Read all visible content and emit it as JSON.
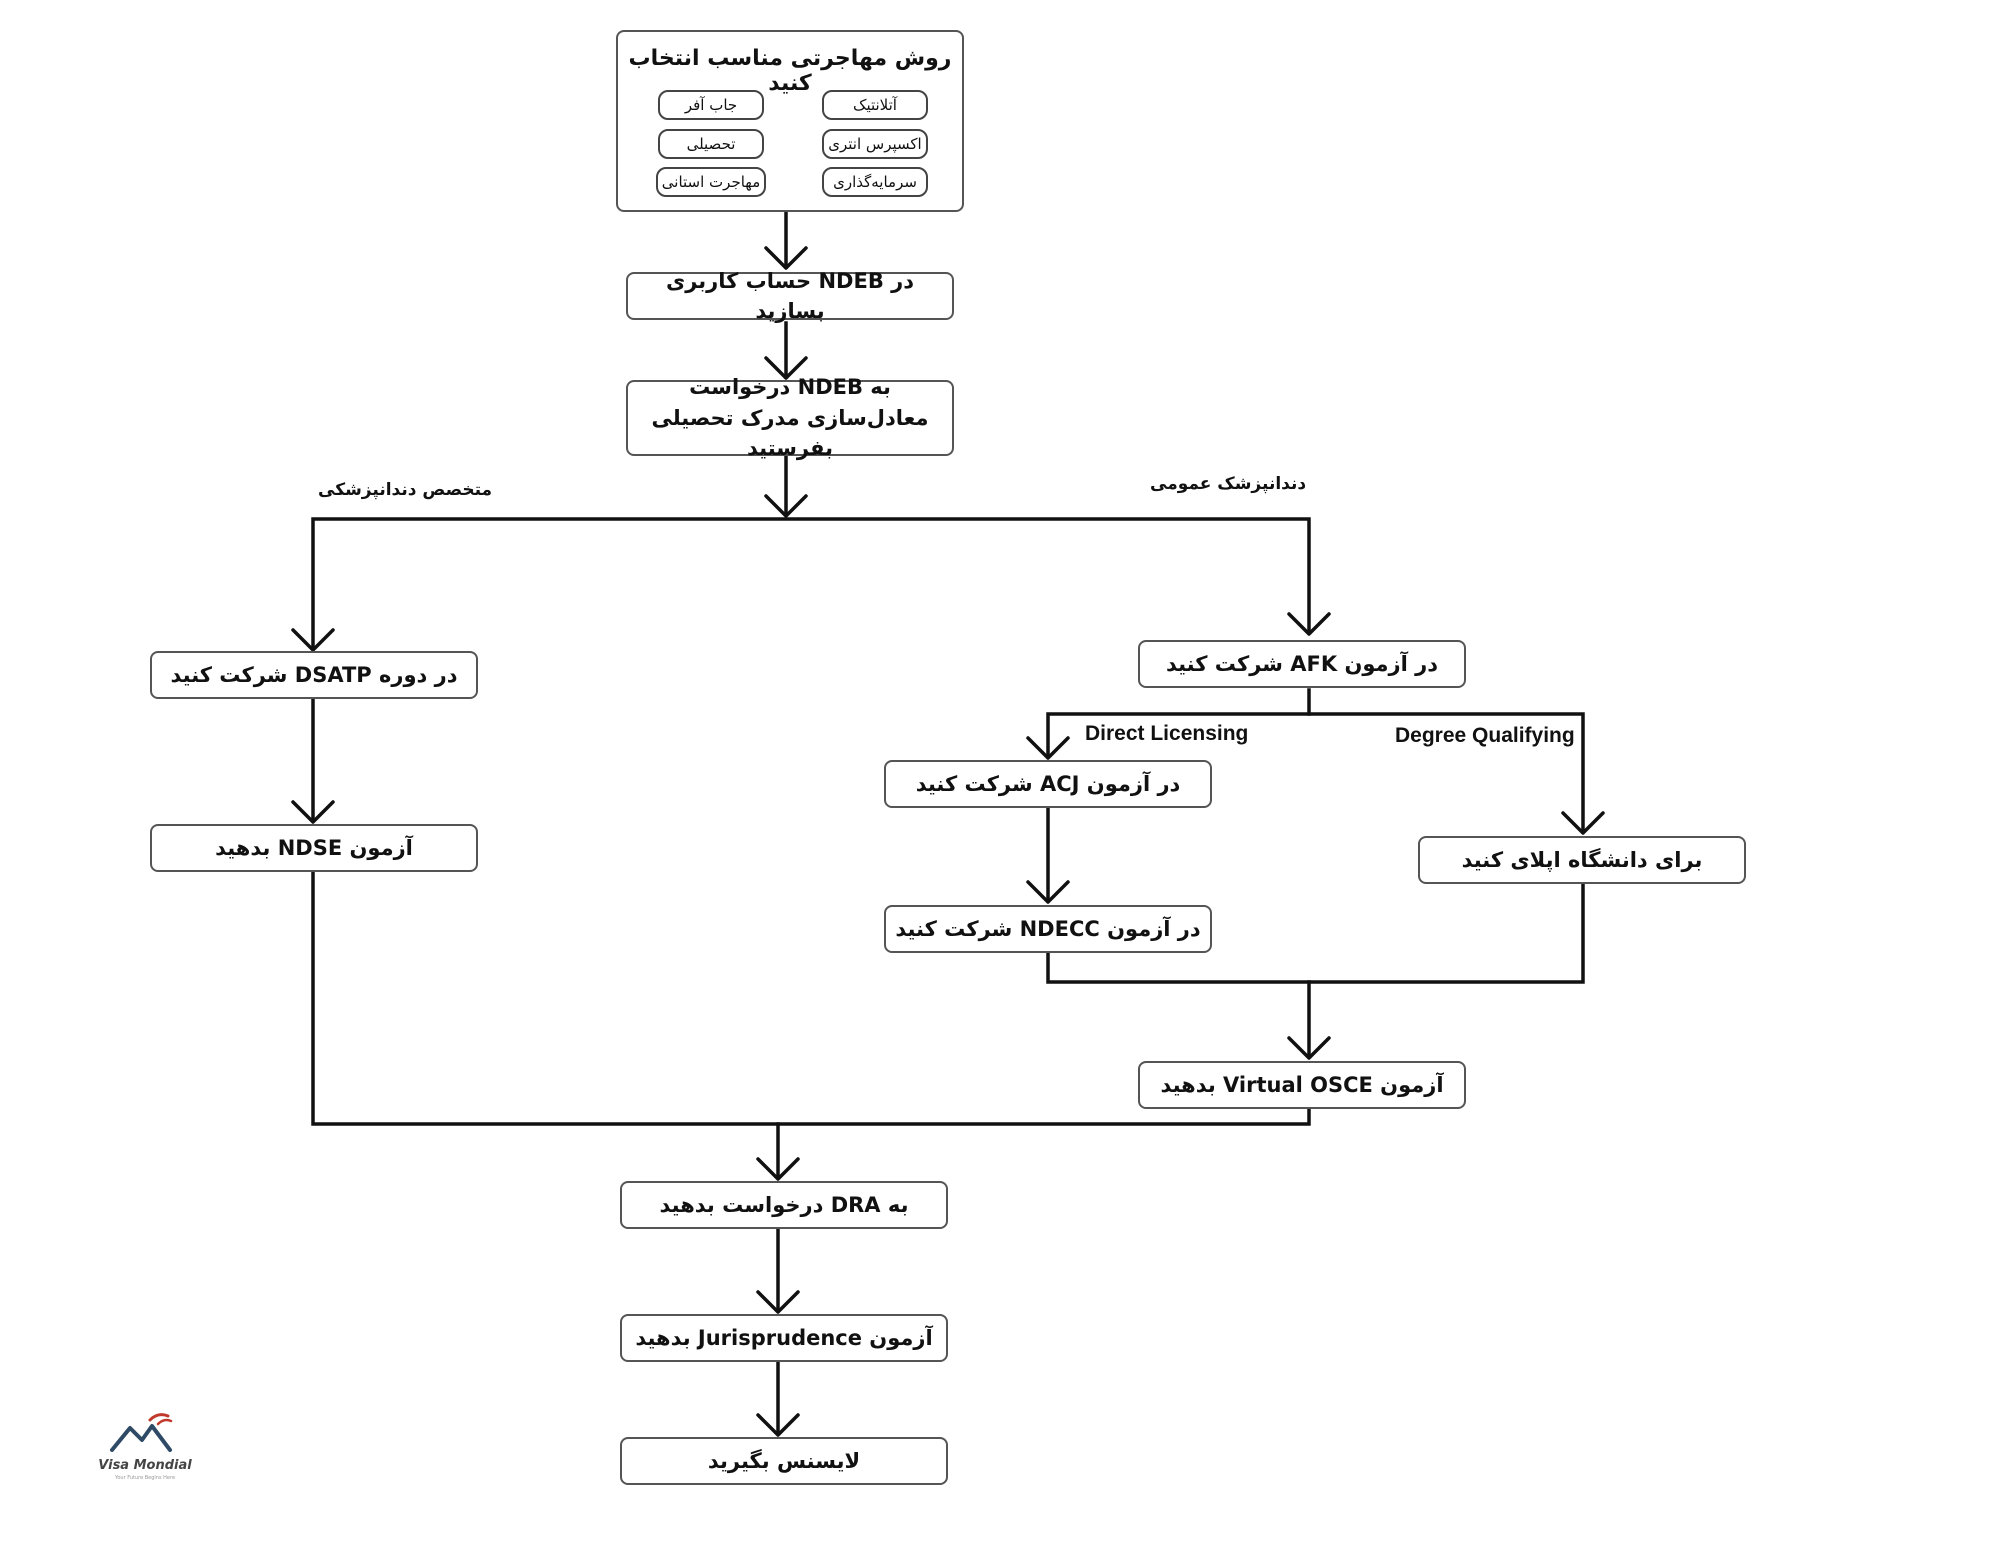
{
  "steps": {
    "choose_method": {
      "title": "روش مهاجرتی مناسب انتخاب کنید",
      "options": [
        "آتلانتیک",
        "جاب آفر",
        "اکسپرس انتری",
        "تحصیلی",
        "سرمایه‌گذاری",
        "مهاجرت استانی"
      ]
    },
    "ndeb_account": "در NDEB حساب کاربری بسازید",
    "credential_request": "به NDEB درخواست معادل‌سازی مدرک تحصیلی بفرستید",
    "dsatp": "در دوره DSATP شرکت کنید",
    "ndse": "آزمون NDSE بدهید",
    "afk": "در آزمون AFK شرکت کنید",
    "acj": "در آزمون ACJ شرکت کنید",
    "ndecc": "در آزمون NDECC شرکت کنید",
    "university": "برای دانشگاه اپلای کنید",
    "virtual_osce": "آزمون Virtual OSCE بدهید",
    "dra": "به DRA درخواست بدهید",
    "jurisprudence": "آزمون Jurisprudence بدهید",
    "license": "لایسنس بگیرید"
  },
  "branches": {
    "specialist": "متخصص دندانپزشکی",
    "general": "دندانپزشک عمومی",
    "direct_licensing": "Direct Licensing",
    "degree_qualifying": "Degree Qualifying"
  },
  "logo": {
    "name": "Visa Mondial",
    "tagline": "Your Future Begins Here"
  }
}
